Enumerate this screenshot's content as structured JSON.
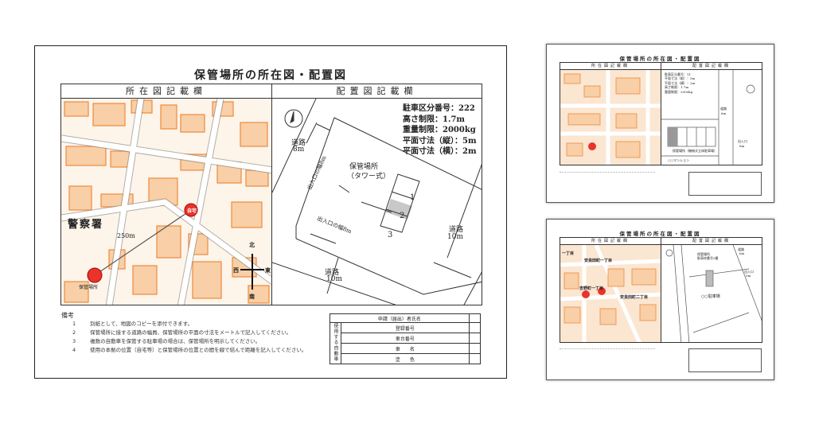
{
  "main": {
    "title": "保管場所の所在図・配置図",
    "left_header": "所在図記載欄",
    "right_header": "配置図記載欄",
    "map_labels": {
      "police": "警察署",
      "distance": "250m",
      "home": "自宅",
      "storage": "保管場所"
    },
    "compass": {
      "n": "北",
      "s": "南",
      "e": "東",
      "w": "西"
    },
    "specs": [
      "駐車区分番号：222",
      "高さ制限：1.7m",
      "重量制限：2000kg",
      "平面寸法（縦）：5m",
      "平面寸法（横）：2m"
    ],
    "layout_labels": {
      "road_left": "道路",
      "road_left_w": "8m",
      "entrance_1": "出入口の幅8m",
      "entrance_2": "出入口の幅8m",
      "storage": "保管場所",
      "storage_type": "（タワー式）",
      "slot_1": "1",
      "slot_2": "2",
      "slot_3": "3",
      "road_bottom": "道路",
      "road_bottom_w": "10m",
      "road_right": "道路",
      "road_right_w": "10m"
    },
    "notes_title": "備考",
    "notes": [
      {
        "num": "1",
        "text": "別紙として、地図のコピーを添付できます。"
      },
      {
        "num": "2",
        "text": "保管場所に接する道路の幅員、保管場所の平面の寸法をメートルで記入してください。"
      },
      {
        "num": "3",
        "text": "複数の自動車を保管する駐車場の場合は、保管場所を明示してください。"
      },
      {
        "num": "4",
        "text": "使用の本拠の位置（自宅等）と保管場所の位置との間を線で結んで距離を記入してください。"
      }
    ],
    "vehicle_table": {
      "applicant": "申請（届出）者氏名",
      "group": "使用する自動車",
      "rows": [
        "登録番号",
        "車台番号",
        "車　　名",
        "塗　　色"
      ]
    }
  },
  "sample2": {
    "title": "保管場所の所在図・配置図",
    "left_header": "所在図記載欄",
    "right_header": "配置図記載欄",
    "specs": [
      "駐車区分番号：11",
      "平面寸法（縦）：5m",
      "平面寸法（横）：2m",
      "高さ制限：1.7m",
      "重量制限：2000kg"
    ],
    "labels": {
      "road": "道路",
      "road_w": "6m",
      "storage": "保管場所（機械式立体駐車場）",
      "entrance": "出入口",
      "entrance_w": "8m",
      "building": "○○マンション"
    }
  },
  "sample3": {
    "title": "保管場所の所在図・配置図",
    "left_header": "所在図記載欄",
    "right_header": "配置図記載欄",
    "map_labels": [
      "一丁目",
      "安良田町一丁目",
      "吉野町一丁目",
      "安良田町二丁目"
    ],
    "labels": {
      "storage": "保管場所",
      "storage_num": "駐車枠番号9番",
      "lot": "○○駐車場",
      "road": "道路",
      "road_w": "6m",
      "entrance": "出入口",
      "entrance_w": "5m"
    }
  },
  "colors": {
    "building_fill": "#f8cfa6",
    "building_stroke": "#ee8a3c",
    "marker": "#e8342a",
    "slot_highlight": "#c8c8c8"
  }
}
